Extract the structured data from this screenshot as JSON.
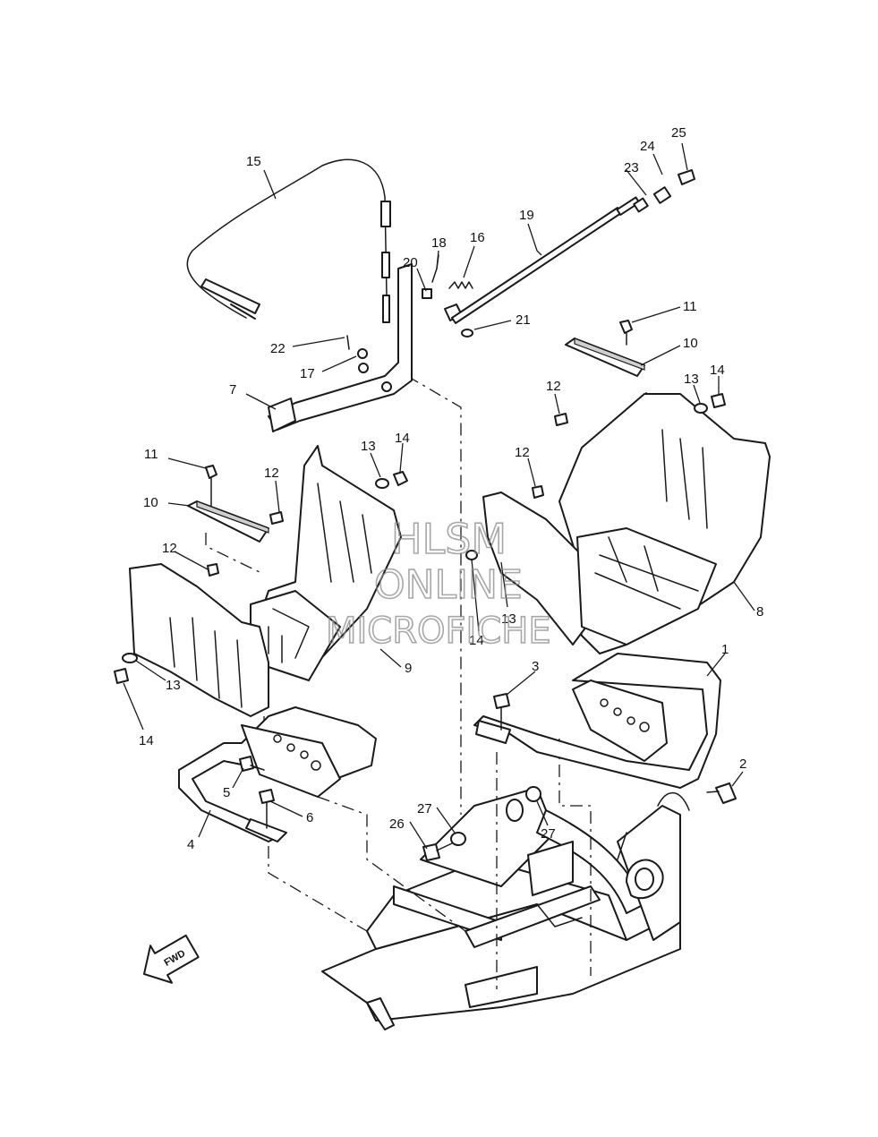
{
  "callouts": [
    {
      "id": "c1",
      "label": "1"
    },
    {
      "id": "c2",
      "label": "2"
    },
    {
      "id": "c3",
      "label": "3"
    },
    {
      "id": "c4",
      "label": "4"
    },
    {
      "id": "c5",
      "label": "5"
    },
    {
      "id": "c6",
      "label": "6"
    },
    {
      "id": "c7",
      "label": "7"
    },
    {
      "id": "c8",
      "label": "8"
    },
    {
      "id": "c9",
      "label": "9"
    },
    {
      "id": "c10a",
      "label": "10"
    },
    {
      "id": "c10b",
      "label": "10"
    },
    {
      "id": "c11a",
      "label": "11"
    },
    {
      "id": "c11b",
      "label": "11"
    },
    {
      "id": "c12a",
      "label": "12"
    },
    {
      "id": "c12b",
      "label": "12"
    },
    {
      "id": "c12c",
      "label": "12"
    },
    {
      "id": "c12d",
      "label": "12"
    },
    {
      "id": "c13a",
      "label": "13"
    },
    {
      "id": "c13b",
      "label": "13"
    },
    {
      "id": "c13c",
      "label": "13"
    },
    {
      "id": "c13d",
      "label": "13"
    },
    {
      "id": "c14a",
      "label": "14"
    },
    {
      "id": "c14b",
      "label": "14"
    },
    {
      "id": "c14c",
      "label": "14"
    },
    {
      "id": "c14d",
      "label": "14"
    },
    {
      "id": "c15",
      "label": "15"
    },
    {
      "id": "c16",
      "label": "16"
    },
    {
      "id": "c17",
      "label": "17"
    },
    {
      "id": "c18",
      "label": "18"
    },
    {
      "id": "c19",
      "label": "19"
    },
    {
      "id": "c20",
      "label": "20"
    },
    {
      "id": "c21",
      "label": "21"
    },
    {
      "id": "c22",
      "label": "22"
    },
    {
      "id": "c23",
      "label": "23"
    },
    {
      "id": "c24",
      "label": "24"
    },
    {
      "id": "c25",
      "label": "25"
    },
    {
      "id": "c26",
      "label": "26"
    },
    {
      "id": "c27a",
      "label": "27"
    },
    {
      "id": "c27b",
      "label": "27"
    }
  ],
  "watermark": {
    "line1": "HLSM",
    "line2": "ONLINE",
    "line3": "MICROFICHE"
  },
  "fwd_arrow": {
    "label": "FWD"
  }
}
